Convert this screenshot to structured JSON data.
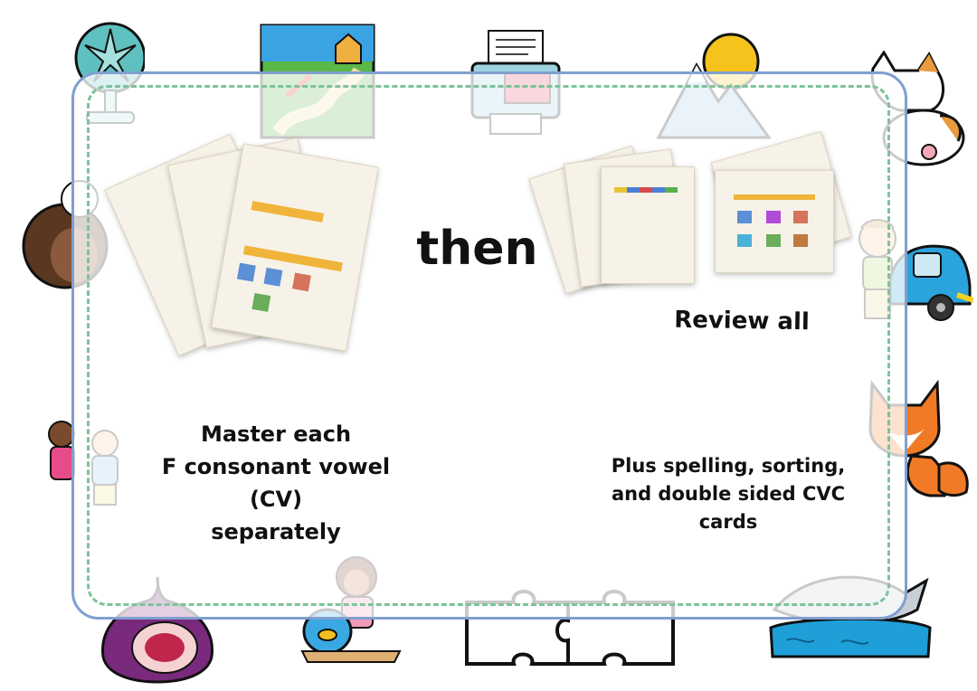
{
  "main": {
    "then_text": "then",
    "review_text": "Review all",
    "master_lines": [
      "Master each",
      "F consonant vowel (CV)",
      "separately"
    ],
    "plus_lines": [
      "Plus spelling, sorting,",
      "and double sided CVC",
      "cards"
    ]
  },
  "decorations": {
    "icons": [
      "fan-icon",
      "map-icon",
      "fax-icon",
      "mountain-icon",
      "cat-icon",
      "girl-icon",
      "boy-icon",
      "car-icon",
      "fox-icon",
      "kids-icon",
      "fig-icon",
      "fishbowl-icon",
      "puzzle-icon",
      "shark-icon"
    ],
    "colors": {
      "card_border": "#7f9fd0",
      "dash_border": "#7cc39a"
    }
  }
}
